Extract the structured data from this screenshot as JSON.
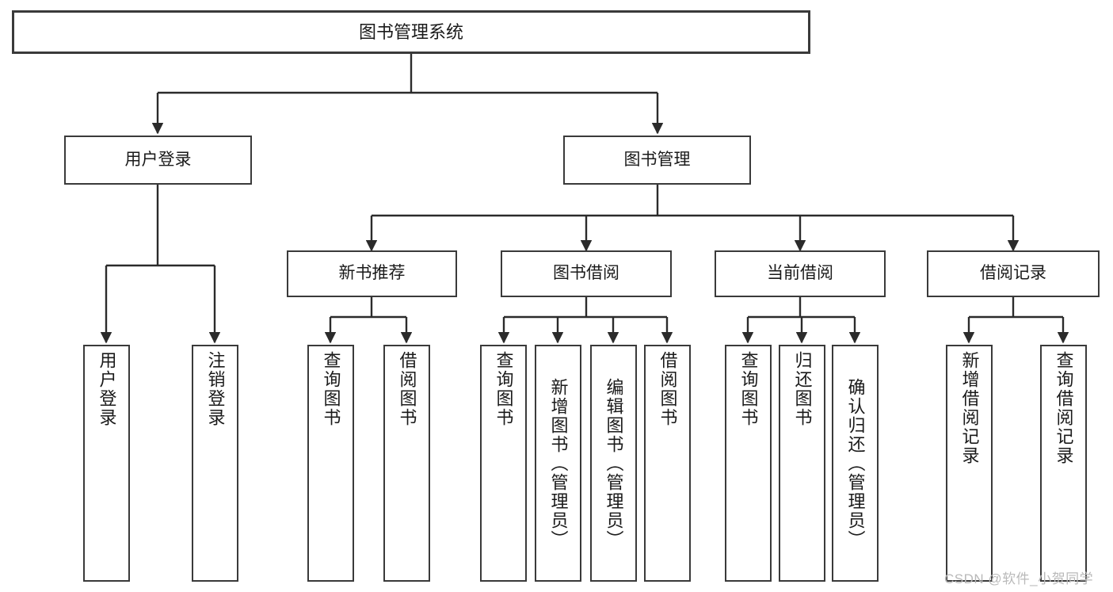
{
  "diagram": {
    "title": "图书管理系统",
    "type": "功能结构图",
    "root": {
      "id": "root",
      "label": "图书管理系统"
    },
    "level2": [
      {
        "id": "user-login",
        "label": "用户登录"
      },
      {
        "id": "book-management",
        "label": "图书管理"
      }
    ],
    "level3": [
      {
        "id": "new-book-recommend",
        "label": "新书推荐",
        "parent": "book-management"
      },
      {
        "id": "book-borrow",
        "label": "图书借阅",
        "parent": "book-management"
      },
      {
        "id": "current-borrow",
        "label": "当前借阅",
        "parent": "book-management"
      },
      {
        "id": "borrow-record",
        "label": "借阅记录",
        "parent": "book-management"
      }
    ],
    "leaves": {
      "user_login": [
        {
          "id": "leaf-user-login",
          "label": "用户登录"
        },
        {
          "id": "leaf-user-logout",
          "label": "注销登录"
        }
      ],
      "new_book_recommend": [
        {
          "id": "leaf-query-book-1",
          "label": "查询图书"
        },
        {
          "id": "leaf-borrow-book-1",
          "label": "借阅图书"
        }
      ],
      "book_borrow": [
        {
          "id": "leaf-query-book-2",
          "label": "查询图书"
        },
        {
          "id": "leaf-add-book",
          "label": "新增图书（管理员）"
        },
        {
          "id": "leaf-edit-book",
          "label": "编辑图书（管理员）"
        },
        {
          "id": "leaf-borrow-book-2",
          "label": "借阅图书"
        }
      ],
      "current_borrow": [
        {
          "id": "leaf-query-book-3",
          "label": "查询图书"
        },
        {
          "id": "leaf-return-book",
          "label": "归还图书"
        },
        {
          "id": "leaf-confirm-return",
          "label": "确认归还（管理员）"
        }
      ],
      "borrow_record": [
        {
          "id": "leaf-add-record",
          "label": "新增借阅记录"
        },
        {
          "id": "leaf-query-record",
          "label": "查询借阅记录"
        }
      ]
    },
    "colors": {
      "border": "#3a3a3a",
      "background": "#ffffff",
      "text": "#1a1a1a",
      "connector": "#2b2b2b",
      "watermark": "#b9b9b9"
    }
  },
  "watermark": {
    "text": "CSDN @软件_小贺同学"
  }
}
